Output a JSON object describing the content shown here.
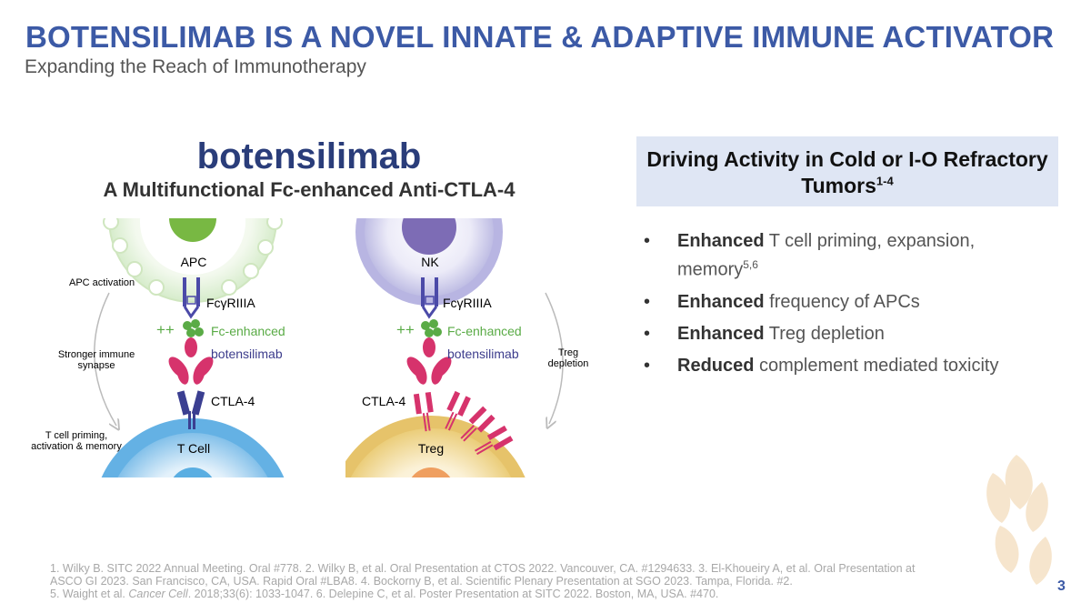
{
  "header": {
    "title": "BOTENSILIMAB IS A NOVEL INNATE & ADAPTIVE IMMUNE ACTIVATOR",
    "subtitle": "Expanding the Reach of Immunotherapy"
  },
  "figure": {
    "title": "botensilimab",
    "subtitle": "A Multifunctional Fc-enhanced Anti-CTLA-4",
    "left_panel": {
      "top_cell": "APC",
      "receptor": "FcγRIIIA",
      "fc_label": "Fc-enhanced",
      "drug_label": "botensilimab",
      "target": "CTLA-4",
      "bottom_cell": "T Cell",
      "side_label_1": "APC activation",
      "side_label_2a": "Stronger immune",
      "side_label_2b": "synapse",
      "side_label_3a": "T cell priming,",
      "side_label_3b": "activation & memory",
      "plus": "++"
    },
    "right_panel": {
      "top_cell": "NK",
      "receptor": "FcγRIIIA",
      "fc_label": "Fc-enhanced",
      "drug_label": "botensilimab",
      "target": "CTLA-4",
      "bottom_cell": "Treg",
      "side_label_a": "Treg",
      "side_label_b": "depletion",
      "plus": "++"
    }
  },
  "callout": {
    "title_line1": "Driving Activity in Cold or I-O Refractory",
    "title_line2": "Tumors",
    "title_sup": "1-4"
  },
  "bullets": [
    {
      "bold": "Enhanced",
      "text": " T cell priming, expansion, memory",
      "sup": "5,6"
    },
    {
      "bold": "Enhanced",
      "text": " frequency of APCs",
      "sup": ""
    },
    {
      "bold": "Enhanced",
      "text": " Treg depletion",
      "sup": ""
    },
    {
      "bold": "Reduced",
      "text": " complement mediated toxicity",
      "sup": ""
    }
  ],
  "bullet_symbol": "•",
  "references": {
    "line1": "1. Wilky B. SITC 2022 Annual Meeting. Oral #778. 2. Wilky B, et al. Oral Presentation at CTOS 2022. Vancouver, CA. #1294633. 3. El-Khoueiry A, et al. Oral Presentation at",
    "line2": "ASCO GI 2023. San Francisco, CA, USA. Rapid Oral #LBA8. 4. Bockorny B, et al. Scientific Plenary Presentation at SGO 2023. Tampa, Florida. #2.",
    "line3_pre": "5. Waight et al. ",
    "line3_journal": "Cancer Cell",
    "line3_post": ". 2018;33(6): 1033-1047.  6. Delepine C, et al. Poster Presentation at SITC 2022. Boston, MA, USA. #470."
  },
  "page_number": "3",
  "colors": {
    "brand_blue": "#3c5aa6",
    "antibody_pink": "#d6336c",
    "fc_green": "#5aab46",
    "receptor_purple": "#4b4aa8",
    "callout_bg": "#dfe6f4"
  },
  "icons": [
    "antibody-icon",
    "wheat-logo-icon"
  ]
}
